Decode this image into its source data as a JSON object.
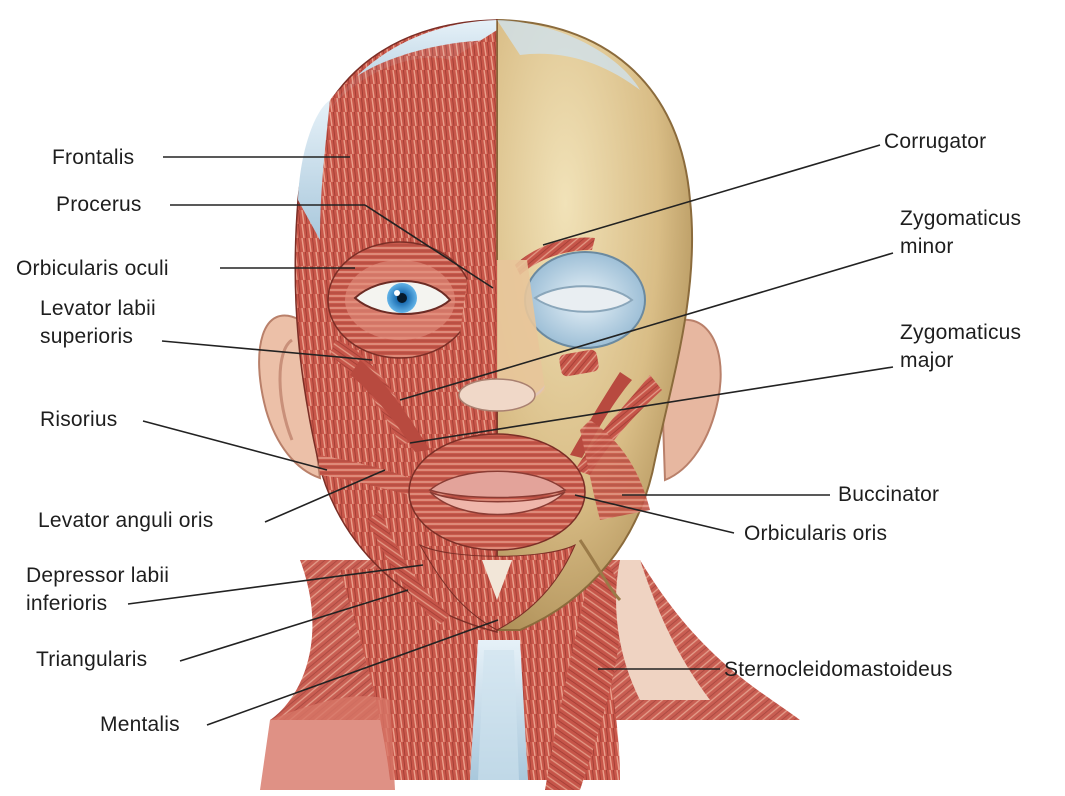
{
  "diagram": {
    "labels": {
      "frontalis": "Frontalis",
      "procerus": "Procerus",
      "orbicularis_oculi": "Orbicularis oculi",
      "levator_labii_superioris_1": "Levator labii",
      "levator_labii_superioris_2": "superioris",
      "risorius": "Risorius",
      "levator_anguli_oris": "Levator anguli oris",
      "depressor_labii_inferioris_1": "Depressor labii",
      "depressor_labii_inferioris_2": "inferioris",
      "triangularis": "Triangularis",
      "mentalis": "Mentalis",
      "corrugator": "Corrugator",
      "zygomaticus_minor_1": "Zygomaticus",
      "zygomaticus_minor_2": "minor",
      "zygomaticus_major_1": "Zygomaticus",
      "zygomaticus_major_2": "major",
      "buccinator": "Buccinator",
      "orbicularis_oris": "Orbicularis oris",
      "sternocleidomastoideus": "Sternocleidomastoideus"
    },
    "colors": {
      "muscle": "#c9574a",
      "muscle_light": "#e08a78",
      "muscle_dark": "#9b3b32",
      "bone": "#d8bf8a",
      "bone_shade": "#b99a5e",
      "tendon": "#bcd6e6",
      "eye_iris": "#3a8fd0",
      "skin_ear": "#f0c4a8",
      "leader_line": "#222222"
    }
  }
}
